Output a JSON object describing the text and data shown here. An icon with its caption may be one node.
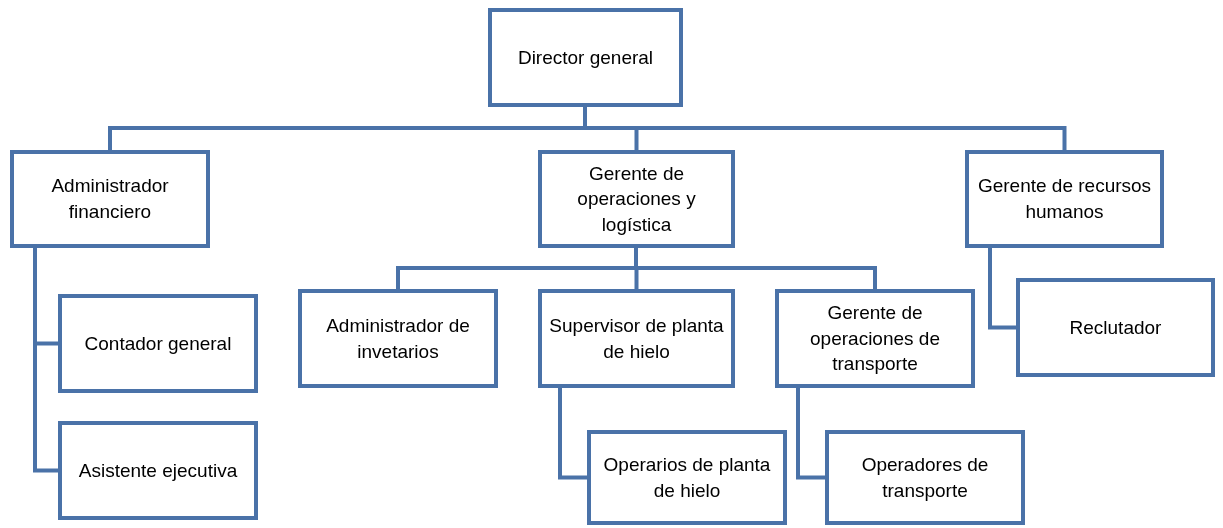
{
  "diagram": {
    "nodes": [
      {
        "text": [
          "Director general"
        ]
      },
      {
        "text": [
          "Administrador financiero"
        ]
      },
      {
        "text": [
          "Gerente de operaciones y logística"
        ]
      },
      {
        "text": [
          "Gerente de recursos humanos"
        ]
      },
      {
        "text": [
          "Contador general"
        ]
      },
      {
        "text": [
          "Asistente ejecutiva"
        ]
      },
      {
        "text": [
          "Administrador de invetarios"
        ]
      },
      {
        "text": [
          "Supervisor de planta de hielo"
        ]
      },
      {
        "text": [
          "Gerente de operaciones de transporte"
        ]
      },
      {
        "text": [
          "Reclutador"
        ]
      },
      {
        "text": [
          "Operarios de planta de hielo"
        ]
      },
      {
        "text": [
          "Operadores de transporte"
        ]
      }
    ],
    "edges": [
      {
        "from": 0,
        "to": 1,
        "arrow": "none"
      },
      {
        "from": 0,
        "to": 2,
        "arrow": "none"
      },
      {
        "from": 0,
        "to": 3,
        "arrow": "none"
      },
      {
        "from": 1,
        "to": 4,
        "arrow": "none"
      },
      {
        "from": 1,
        "to": 5,
        "arrow": "none"
      },
      {
        "from": 2,
        "to": 6,
        "arrow": "none"
      },
      {
        "from": 2,
        "to": 7,
        "arrow": "none"
      },
      {
        "from": 2,
        "to": 8,
        "arrow": "none"
      },
      {
        "from": 3,
        "to": 9,
        "arrow": "none"
      },
      {
        "from": 7,
        "to": 10,
        "arrow": "none"
      },
      {
        "from": 8,
        "to": 11,
        "arrow": "none"
      }
    ]
  }
}
